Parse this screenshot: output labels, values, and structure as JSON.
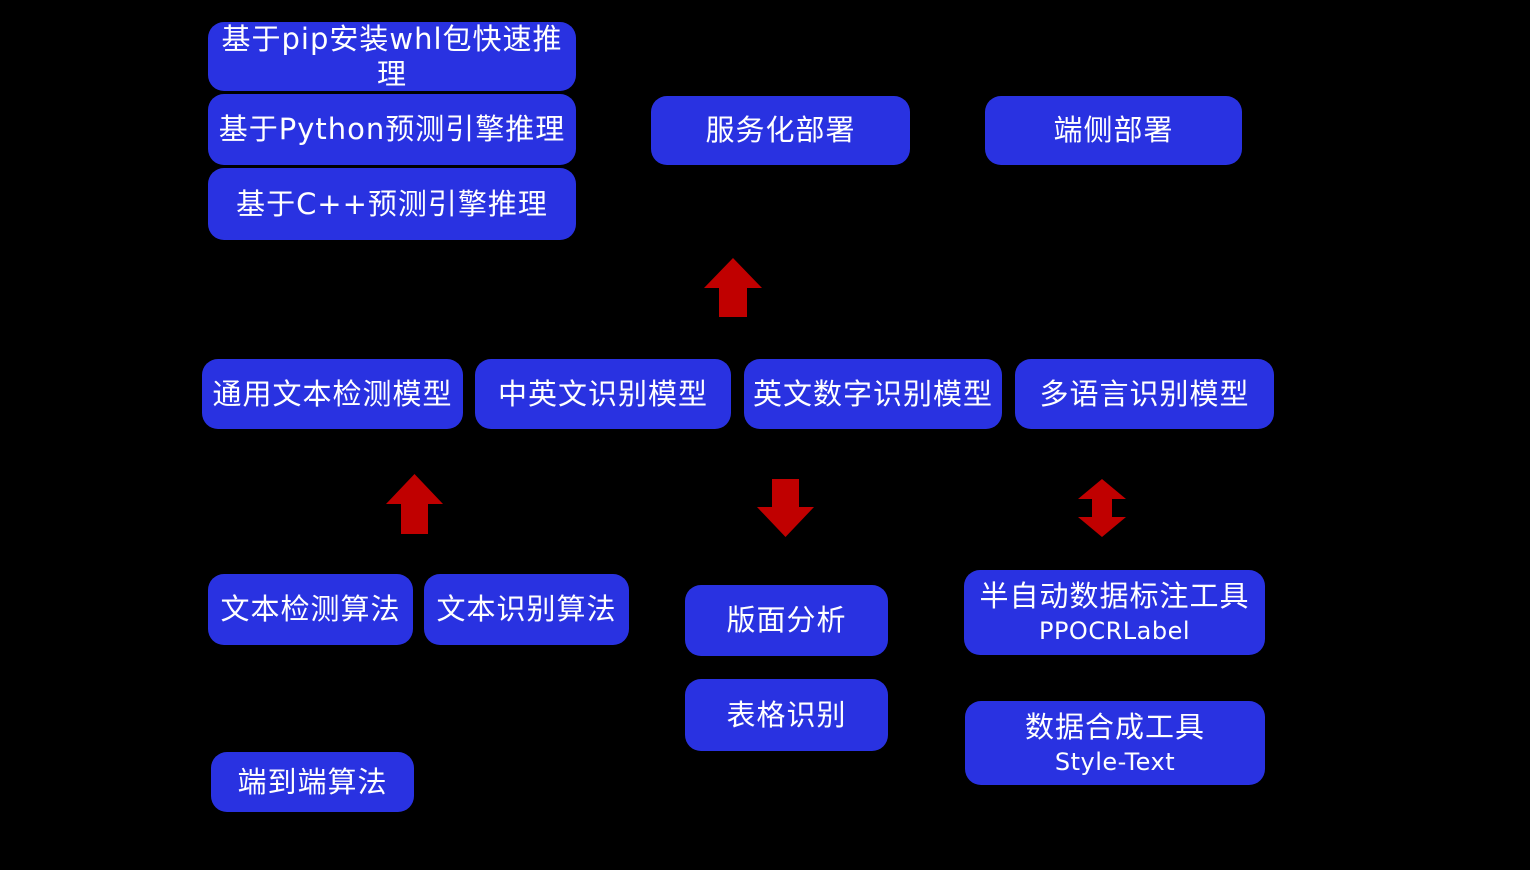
{
  "colors": {
    "background": "#000000",
    "box_blue": "#2932E1",
    "arrow_red": "#C00000",
    "text_white": "#FFFFFF"
  },
  "diagram": {
    "inference_stack": [
      {
        "label": "基于pip安装whl包快速推理"
      },
      {
        "label": "基于Python预测引擎推理"
      },
      {
        "label": "基于C++预测引擎推理"
      }
    ],
    "deployment": [
      {
        "label": "服务化部署"
      },
      {
        "label": "端侧部署"
      }
    ],
    "models": [
      {
        "label": "通用文本检测模型"
      },
      {
        "label": "中英文识别模型"
      },
      {
        "label": "英文数字识别模型"
      },
      {
        "label": "多语言识别模型"
      }
    ],
    "algorithms": [
      {
        "label": "文本检测算法"
      },
      {
        "label": "文本识别算法"
      },
      {
        "label": "端到端算法"
      }
    ],
    "document_analysis": [
      {
        "label": "版面分析"
      },
      {
        "label": "表格识别"
      }
    ],
    "tools": [
      {
        "label": "半自动数据标注工具",
        "sub": "PPOCRLabel"
      },
      {
        "label": "数据合成工具",
        "sub": "Style-Text"
      }
    ]
  }
}
